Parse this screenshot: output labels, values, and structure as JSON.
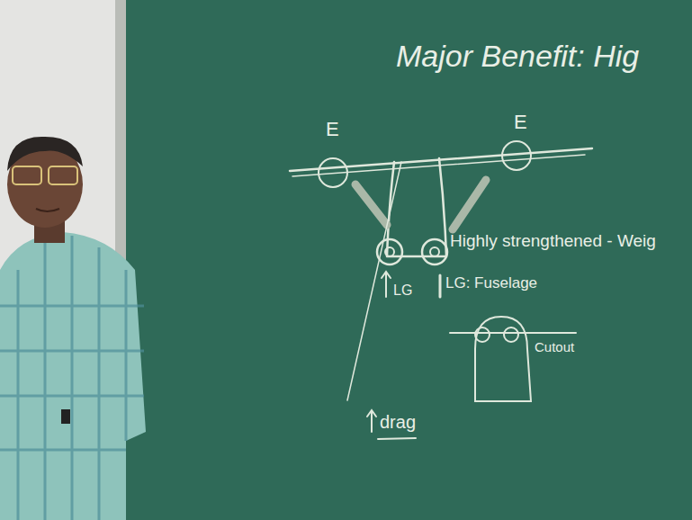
{
  "diagram": {
    "title": "Major Benefit: Hig",
    "labels": [
      "E",
      "E",
      "Highly strengthened - Weig",
      "LG",
      "LG: Fuselage",
      "Cutout",
      "drag"
    ]
  }
}
